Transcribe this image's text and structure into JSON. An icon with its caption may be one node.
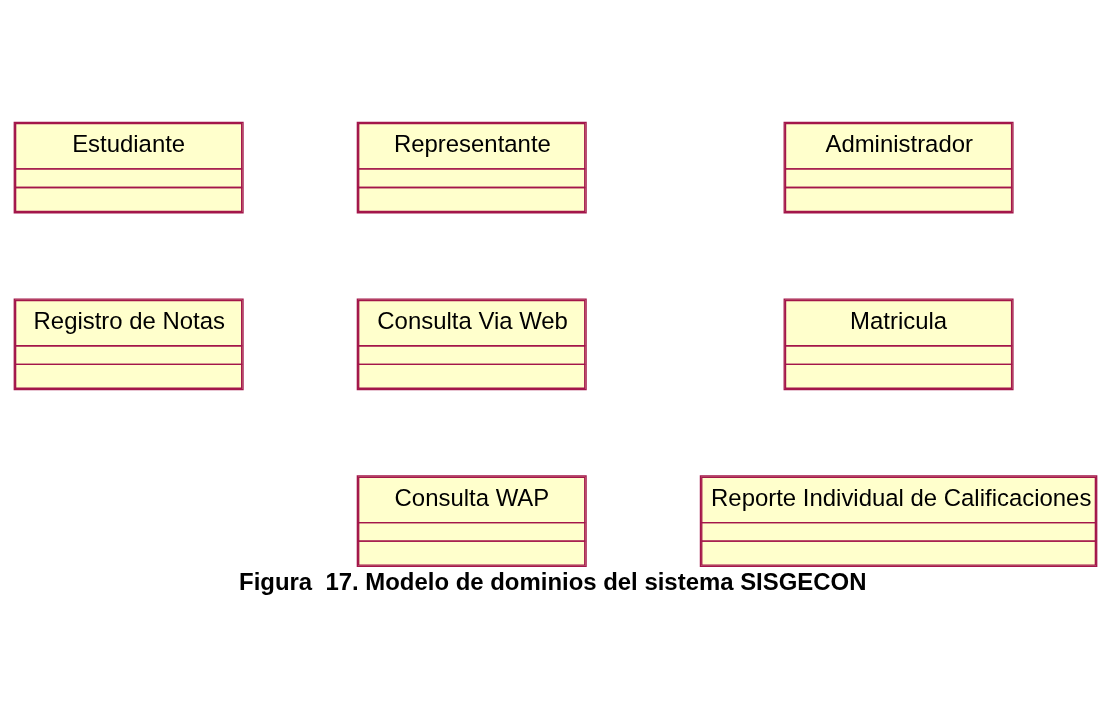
{
  "diagram": {
    "caption": "Figura  17. Modelo de dominios del sistema SISGECON",
    "nodes": [
      {
        "text": [
          "Estudiante"
        ]
      },
      {
        "text": [
          "Representante"
        ]
      },
      {
        "text": [
          "Administrador"
        ]
      },
      {
        "text": [
          "Registro de Notas"
        ]
      },
      {
        "text": [
          "Consulta Via Web"
        ]
      },
      {
        "text": [
          "Matricula"
        ]
      },
      {
        "text": [
          "Consulta WAP"
        ]
      },
      {
        "text": [
          "Reporte Individual de Calificaciones"
        ]
      }
    ]
  }
}
